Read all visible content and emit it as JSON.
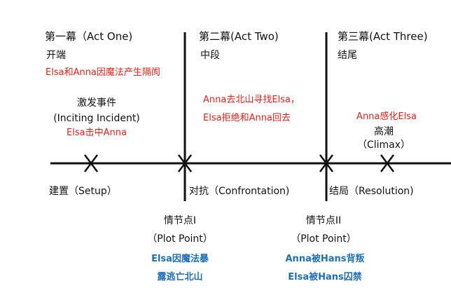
{
  "acts": {
    "act1": {
      "title": "第一幕（Act One)",
      "sub": "开端",
      "note": "Elsa和Anna因魔法产生隔阂"
    },
    "act2": {
      "title": "第二幕(Act Two)",
      "sub": "中段",
      "note_line1": "Anna去北山寻找Elsa，",
      "note_line2": "Elsa拒绝和Anna回去"
    },
    "act3": {
      "title": "第三幕(Act Three)",
      "sub": "结尾"
    }
  },
  "inciting": {
    "label1": "激发事件",
    "label2": "(Inciting Incident)",
    "note": "Elsa击中Anna"
  },
  "climax": {
    "note": "Anna感化Elsa",
    "label1": "高潮",
    "label2": "（Climax）"
  },
  "phases": {
    "setup": "建置（Setup）",
    "confrontation": "对抗（Confrontation)",
    "resolution": "结局（Resolution)"
  },
  "plot_point_1": {
    "label1": "情节点I",
    "label2": "（Plot Point）",
    "note1": "Elsa因魔法暴",
    "note2": "露逃亡北山"
  },
  "plot_point_2": {
    "label1": "情节点II",
    "label2": "（Plot Point）",
    "note1": "Anna被Hans背叛",
    "note2": "Elsa被Hans囚禁"
  },
  "colors": {
    "line": "#111111",
    "red_text": "#e8201a",
    "blue_text": "#1e6fb8"
  }
}
